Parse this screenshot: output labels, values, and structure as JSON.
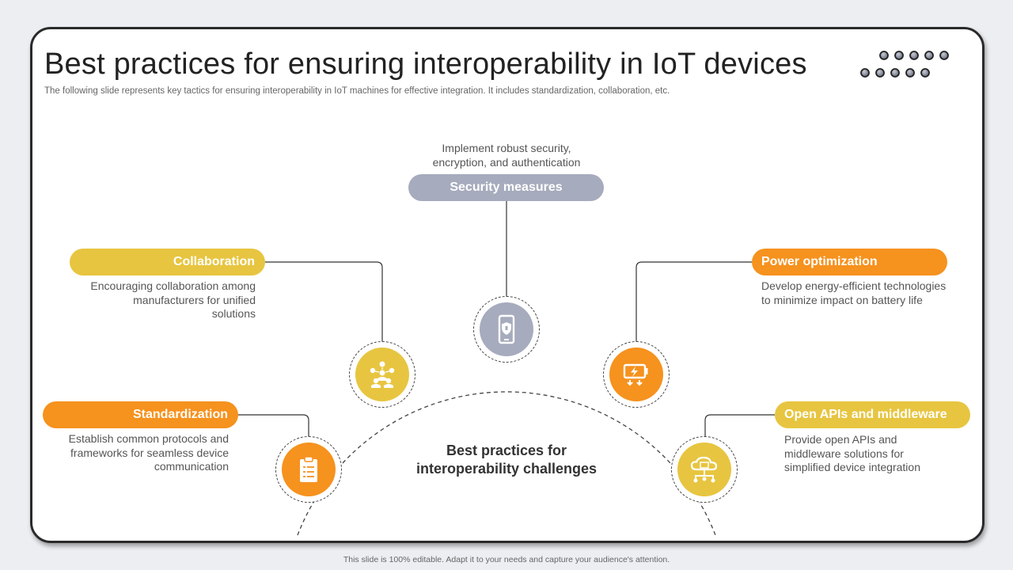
{
  "header": {
    "title": "Best practices for ensuring interoperability in IoT devices",
    "subtitle": "The following slide represents key tactics for ensuring interoperability in IoT machines for effective integration. It includes standardization, collaboration, etc."
  },
  "center": {
    "line1": "Best practices for",
    "line2": "interoperability challenges"
  },
  "practices": [
    {
      "label": "Security measures",
      "desc": [
        "Implement robust security,",
        "encryption, and authentication"
      ],
      "icon": "phone-shield-icon"
    },
    {
      "label": "Collaboration",
      "desc": [
        "Encouraging collaboration among",
        "manufacturers for unified",
        "solutions"
      ],
      "icon": "team-network-icon"
    },
    {
      "label": "Power optimization",
      "desc": [
        "Develop energy-efficient technologies",
        "to minimize impact on battery life"
      ],
      "icon": "battery-power-icon"
    },
    {
      "label": "Standardization",
      "desc": [
        "Establish common protocols and",
        "frameworks for seamless device",
        "communication"
      ],
      "icon": "clipboard-checklist-icon"
    },
    {
      "label": "Open APIs and middleware",
      "desc": [
        "Provide open APIs and",
        "middleware solutions for",
        "simplified device integration"
      ],
      "icon": "cloud-server-icon"
    }
  ],
  "colors": {
    "gray": "#a6abbd",
    "yellow": "#e7c540",
    "orange": "#f6921e"
  },
  "footer": {
    "text": "This slide is 100% editable. Adapt it to your needs and capture your audience's attention."
  }
}
